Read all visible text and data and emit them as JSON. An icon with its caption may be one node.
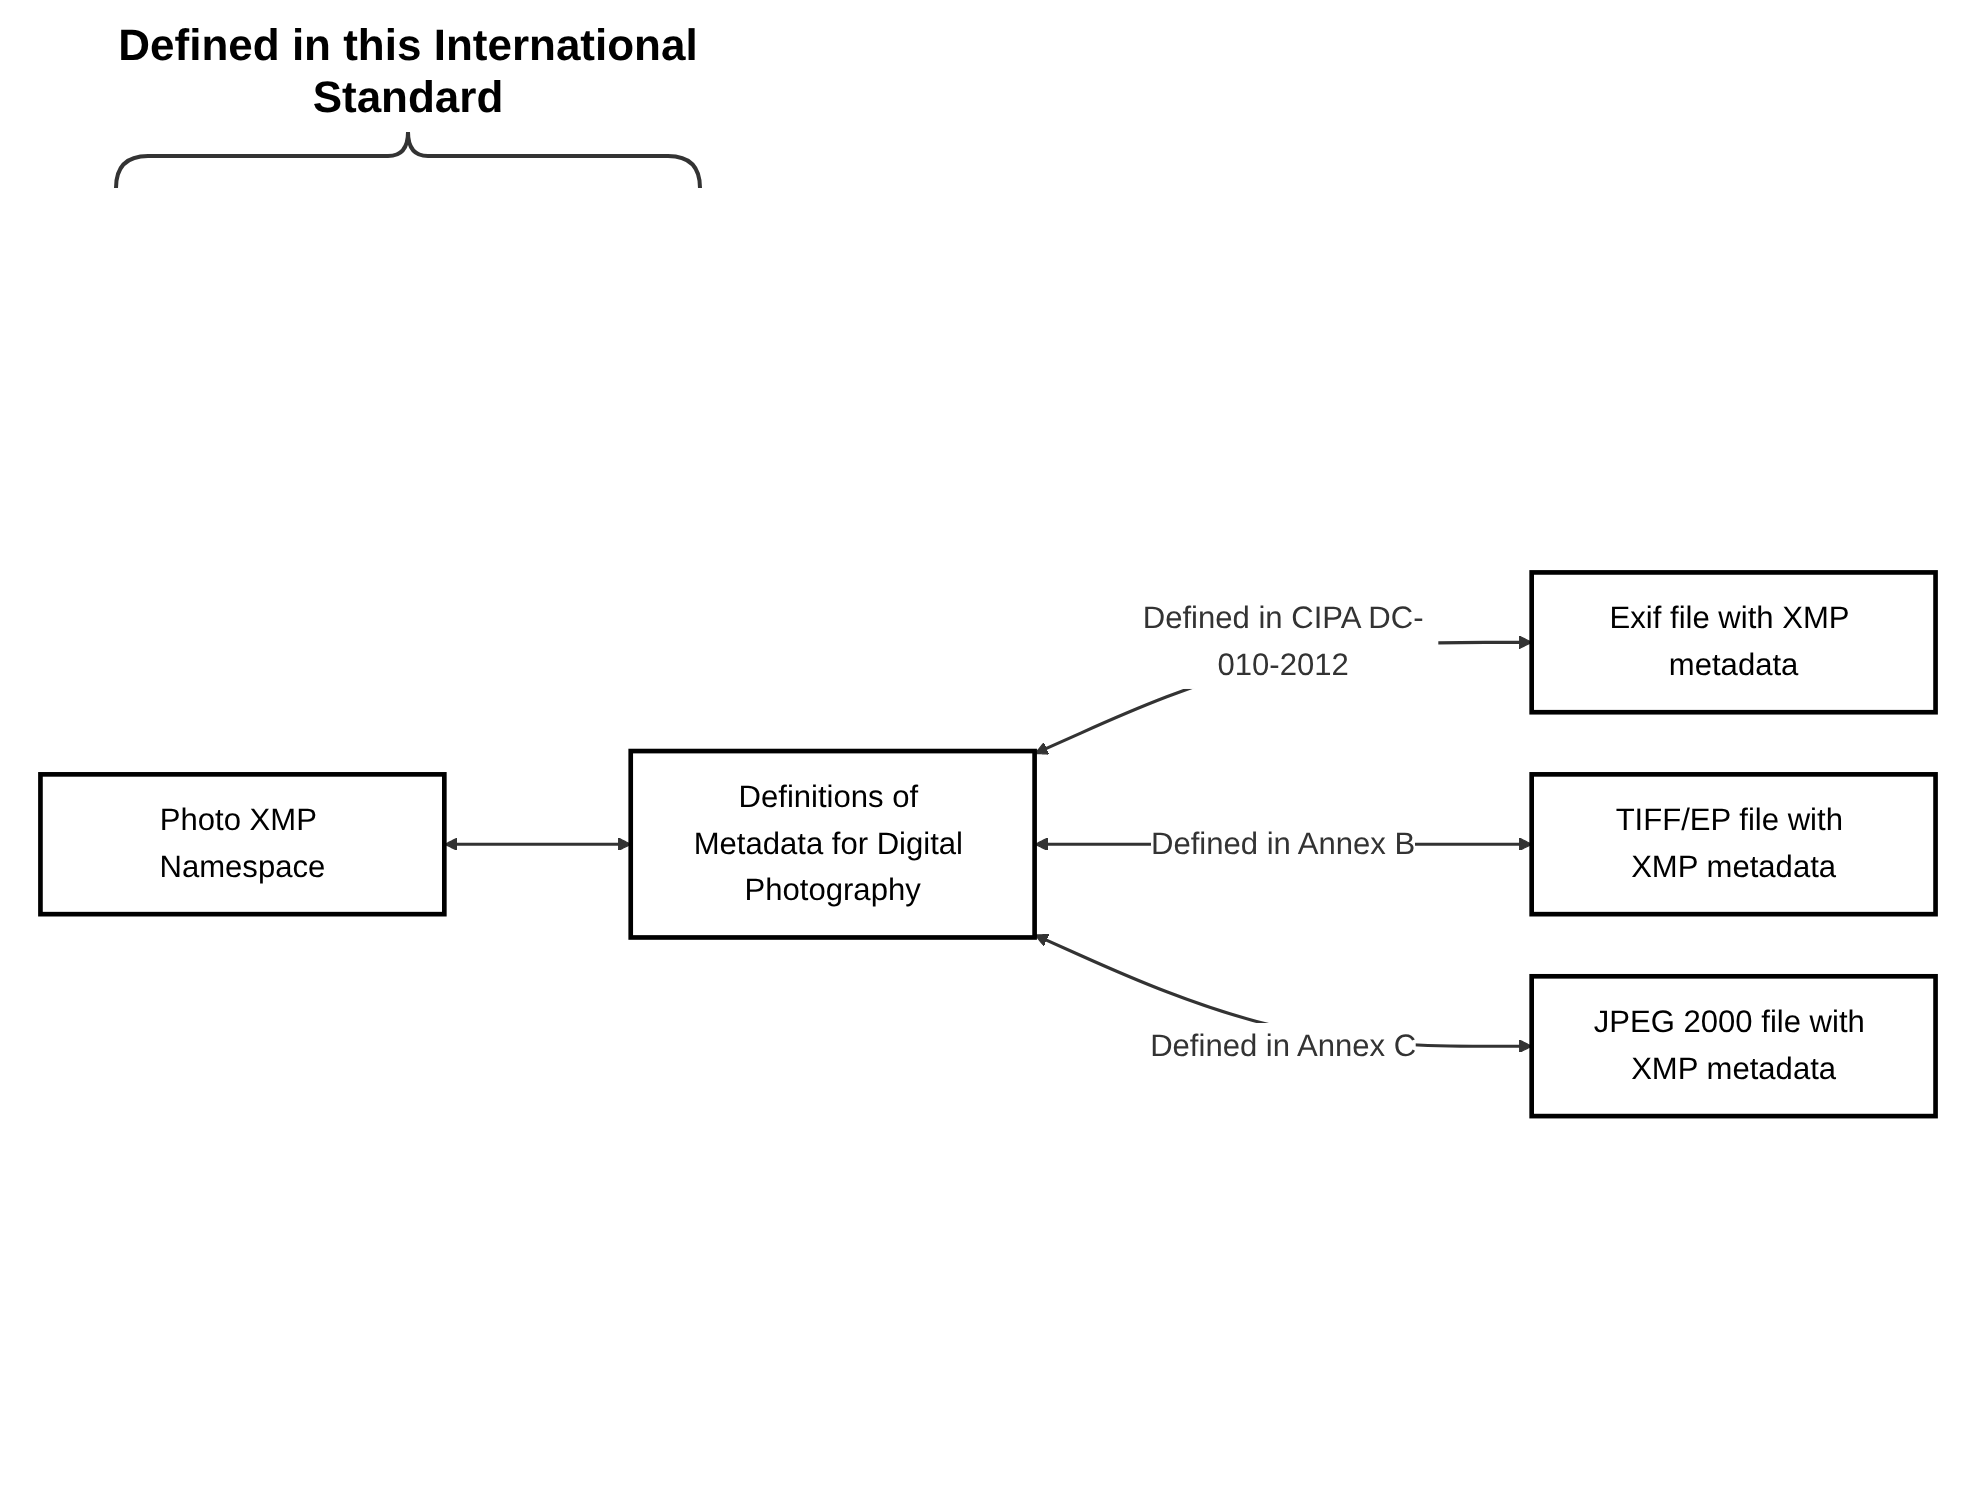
{
  "diagram": {
    "nodes": [
      {
        "text": [
          "Photo XMP Namespace"
        ]
      },
      {
        "text": [
          "Definitions of Metadata for Digital Photography"
        ]
      },
      {
        "text": [
          "Exif file with XMP metadata"
        ]
      },
      {
        "text": [
          "TIFF/EP file with XMP metadata"
        ]
      },
      {
        "text": [
          "JPEG 2000 file with XMP metadata"
        ]
      }
    ],
    "edges": [
      {
        "from": 0,
        "to": 1,
        "arrow": "both"
      },
      {
        "from": 1,
        "to": 2,
        "arrow": "both",
        "label": "Defined in CIPA DC-010-2012"
      },
      {
        "from": 1,
        "to": 3,
        "arrow": "both",
        "label": "Defined in Annex B"
      },
      {
        "from": 1,
        "to": 4,
        "arrow": "both",
        "label": "Defined in Annex C"
      }
    ],
    "labels": [
      "Defined in this International Standard"
    ]
  }
}
